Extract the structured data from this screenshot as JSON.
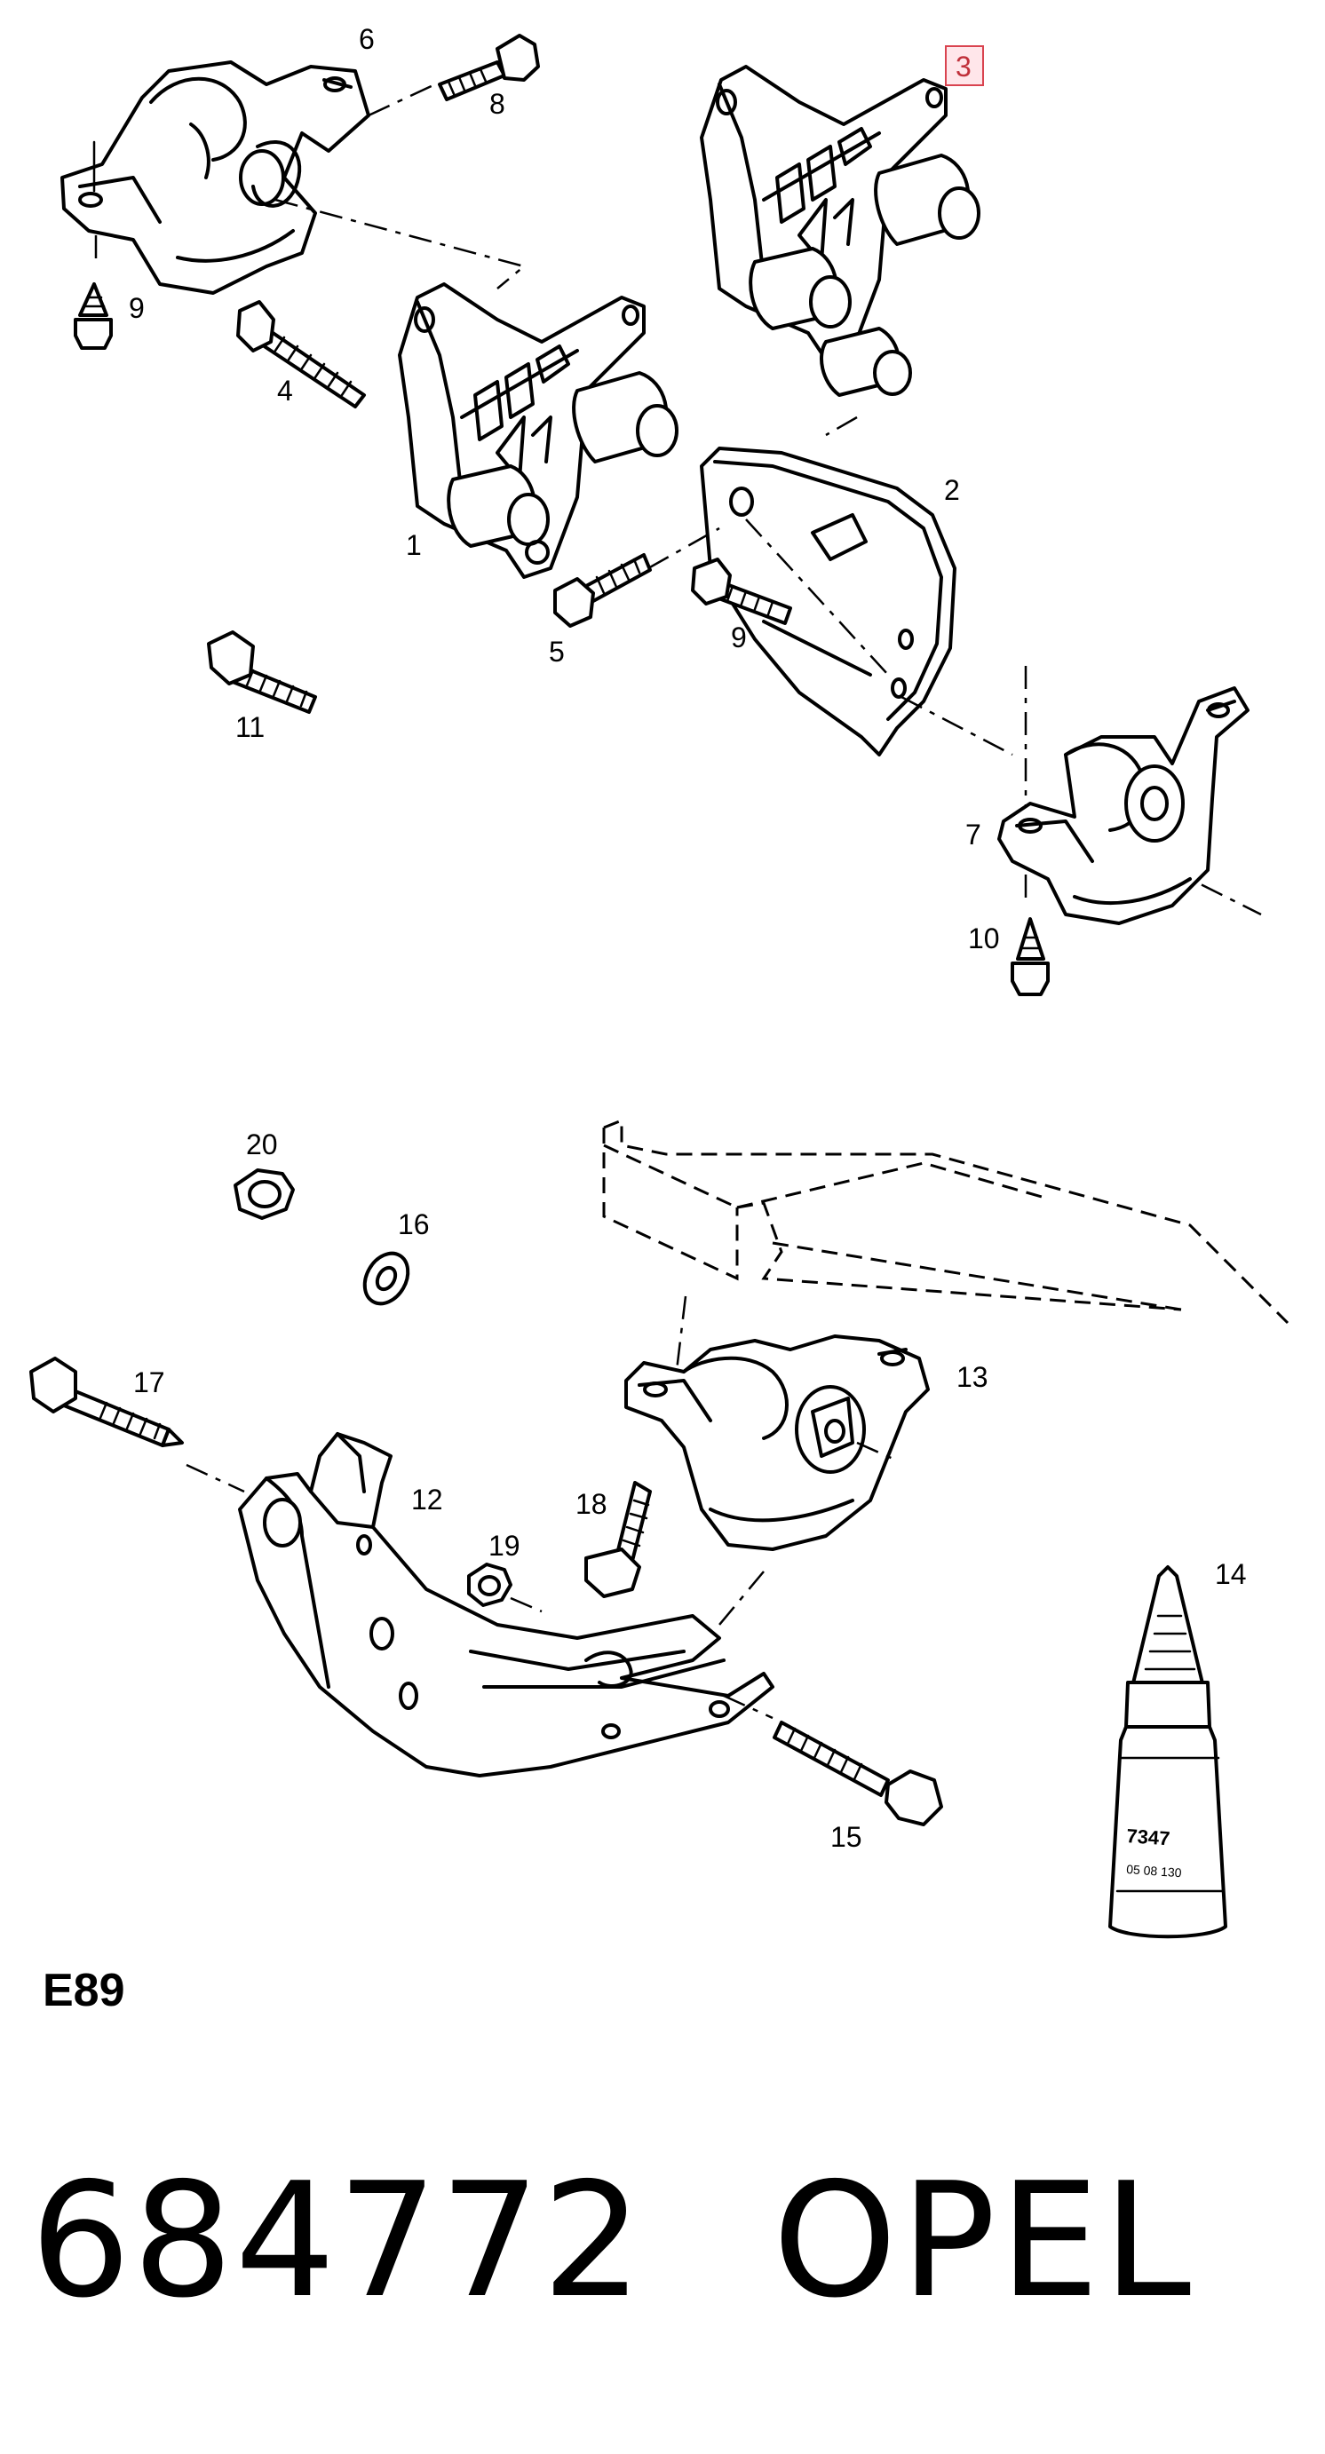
{
  "diagram": {
    "labels": {
      "l1": "1",
      "l2": "2",
      "l3": "3",
      "l4": "4",
      "l5": "5",
      "l6": "6",
      "l7": "7",
      "l8": "8",
      "l9a": "9",
      "l9b": "9",
      "l10": "10",
      "l11": "11",
      "l12": "12",
      "l13": "13",
      "l14": "14",
      "l15": "15",
      "l16": "16",
      "l17": "17",
      "l18": "18",
      "l19": "19",
      "l20": "20"
    },
    "highlighted_label": "3",
    "highlight_color": "#d9434f",
    "bottle_text": {
      "number": "7347",
      "small": "05 08 130"
    }
  },
  "footer": {
    "section_code": "E89",
    "part_number": "684772",
    "brand": "OPEL"
  }
}
